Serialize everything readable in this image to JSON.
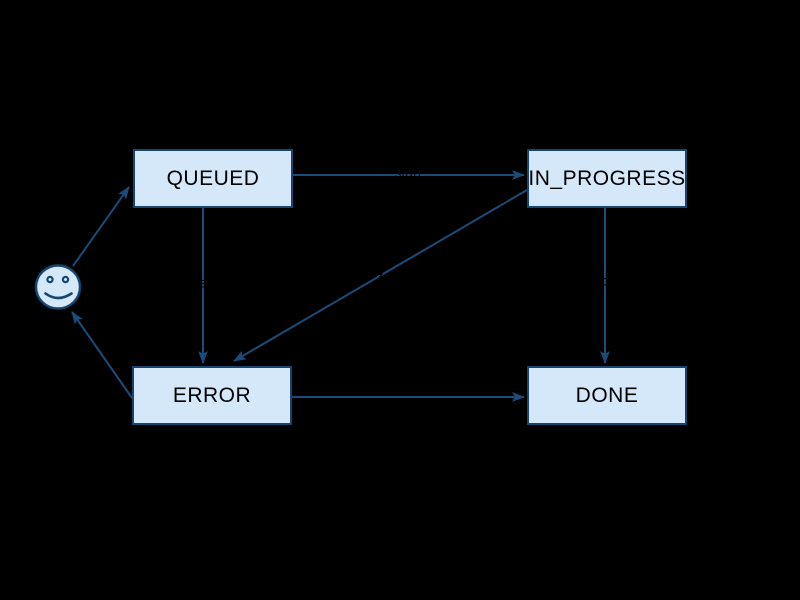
{
  "diagram": {
    "type": "state-machine-flowchart",
    "background": "#000000",
    "colors": {
      "node_fill": "#d5e8f9",
      "node_border": "#16466f",
      "edge_stroke": "#1a4c7a",
      "node_text": "#000000",
      "edge_label_text": "#000000"
    },
    "nodes": [
      {
        "id": "queued",
        "label": "QUEUED"
      },
      {
        "id": "in_progress",
        "label": "IN_PROGRESS"
      },
      {
        "id": "error",
        "label": "ERROR"
      },
      {
        "id": "done",
        "label": "DONE"
      }
    ],
    "actor": {
      "id": "user",
      "icon": "smiley-face-icon",
      "shape": "circle"
    },
    "edges": [
      {
        "from": "user",
        "to": "queued",
        "label": ""
      },
      {
        "from": "queued",
        "to": "in_progress",
        "label": "start"
      },
      {
        "from": "queued",
        "to": "error",
        "label": "timeout"
      },
      {
        "from": "in_progress",
        "to": "done",
        "label": "success"
      },
      {
        "from": "in_progress",
        "to": "error",
        "label": "fail"
      },
      {
        "from": "error",
        "to": "done",
        "label": ""
      },
      {
        "from": "error",
        "to": "user",
        "label": ""
      }
    ]
  }
}
